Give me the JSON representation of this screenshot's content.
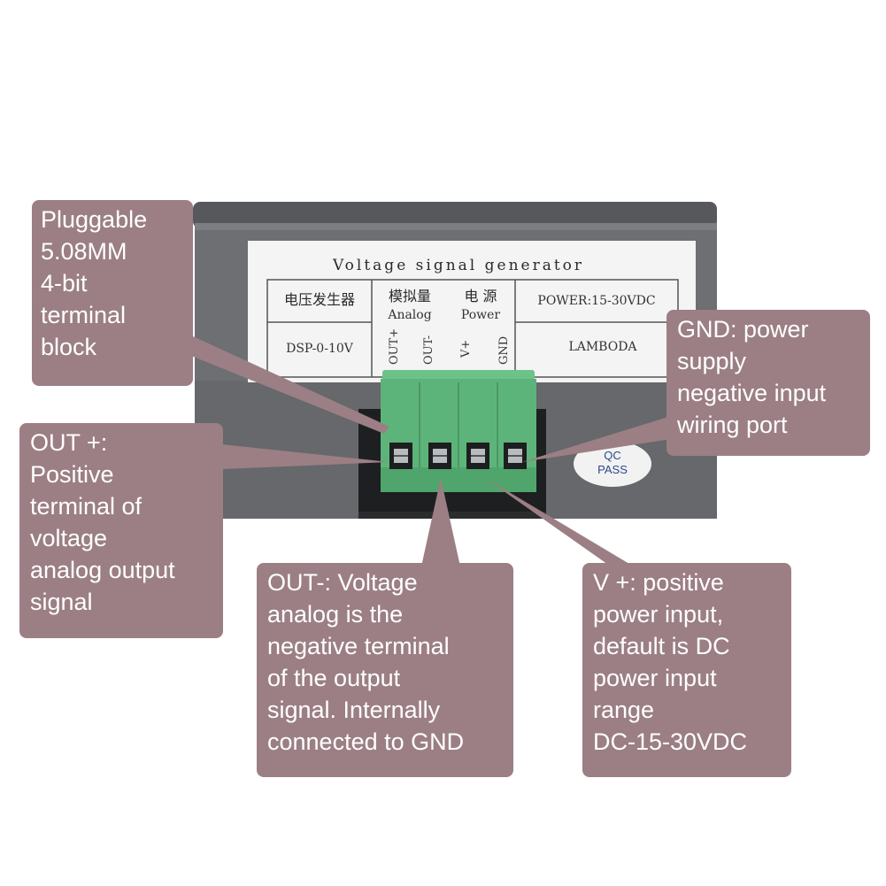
{
  "device": {
    "label_title": "Voltage signal generator",
    "model_cn": "电压发生器",
    "model": "DSP-0-10V",
    "analog_cn": "模拟量",
    "analog_en": "Analog",
    "power_cn": "电 源",
    "power_en": "Power",
    "power_spec": "POWER:15-30VDC",
    "brand": "LAMBODA",
    "terminals": [
      "OUT+",
      "OUT-",
      "V+",
      "GND"
    ],
    "qc_line1": "QC",
    "qc_line2": "PASS"
  },
  "callouts": {
    "pluggable": [
      "Pluggable",
      "5.08MM",
      "4-bit",
      "terminal",
      "block"
    ],
    "out_plus": [
      "OUT +:",
      "Positive",
      "terminal of",
      "voltage",
      "analog output",
      "signal"
    ],
    "out_minus": [
      "OUT-: Voltage",
      "analog is the",
      "negative terminal",
      "of the output",
      "signal. Internally",
      "connected to GND"
    ],
    "v_plus": [
      "V +: positive",
      "power input,",
      "default is DC",
      "power input",
      "range",
      "DC-15-30VDC"
    ],
    "gnd": [
      "GND: power",
      "supply",
      "negative input",
      "wiring port"
    ]
  },
  "colors": {
    "callout_bg": "#9b7f84",
    "housing": "#6b6d70",
    "terminal_green": "#5db47a",
    "label_bg": "#f4f4f4"
  }
}
